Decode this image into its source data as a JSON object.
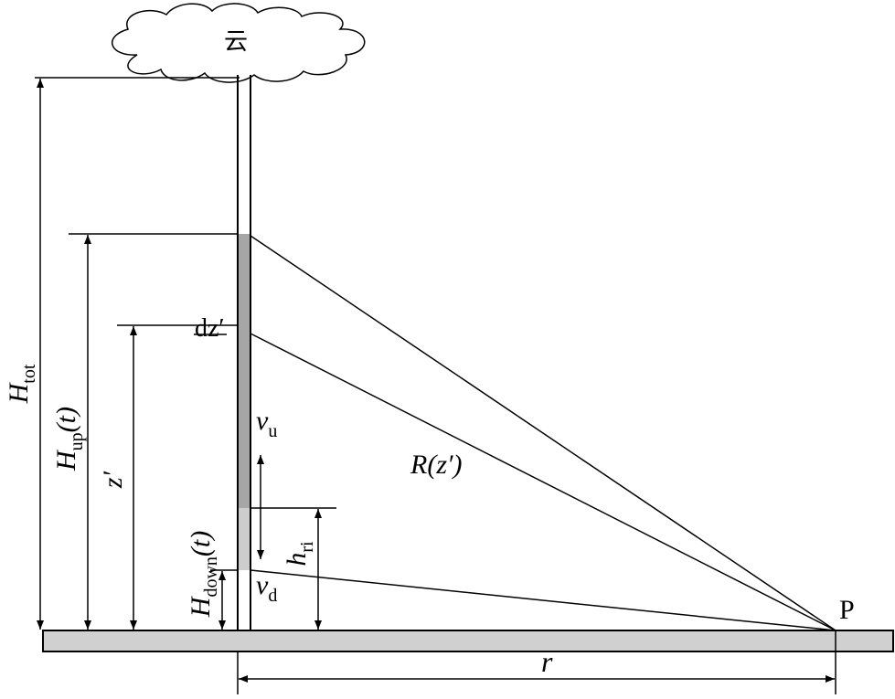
{
  "labels": {
    "cloud": "云",
    "h_tot": "H",
    "h_tot_sub": "tot",
    "h_up": "H",
    "h_up_sub": "up",
    "h_up_arg": "(t)",
    "z_prime": "z′",
    "dz_prime": "dz′",
    "v_u": "v",
    "v_u_sub": "u",
    "v_d": "v",
    "v_d_sub": "d",
    "h_down": "H",
    "h_down_sub": "down",
    "h_down_arg": "(t)",
    "h_ri": "h",
    "h_ri_sub": "ri",
    "R_z": "R(z′)",
    "point_P": "P",
    "r": "r"
  },
  "colors": {
    "line": "#000000",
    "ground_fill": "#d0d0d0",
    "segment_fill": "#a6a6a6",
    "background": "#ffffff"
  }
}
